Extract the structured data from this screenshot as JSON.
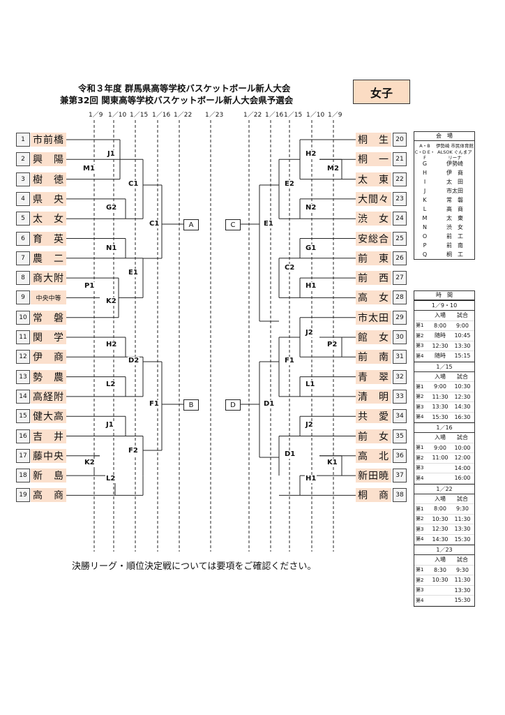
{
  "title": {
    "line1": "令和３年度 群馬県高等学校バスケットボール新人大会",
    "line2": "兼第32回 関東高等学校バスケットボール新人大会県予選会"
  },
  "gender_label": "女子",
  "dates_left": [
    "1／9",
    "1／10",
    "1／15",
    "1／16",
    "1／22",
    "1／23"
  ],
  "dates_right": [
    "1／22",
    "1／16",
    "1／15",
    "1／10",
    "1／9"
  ],
  "teams_left": [
    {
      "no": "1",
      "name": "市前橋"
    },
    {
      "no": "2",
      "name": "興　陽"
    },
    {
      "no": "3",
      "name": "樹　徳"
    },
    {
      "no": "4",
      "name": "県　央"
    },
    {
      "no": "5",
      "name": "太　女"
    },
    {
      "no": "6",
      "name": "育　英"
    },
    {
      "no": "7",
      "name": "農　二"
    },
    {
      "no": "8",
      "name": "商大附"
    },
    {
      "no": "9",
      "name": "中央中等"
    },
    {
      "no": "10",
      "name": "常　磐"
    },
    {
      "no": "11",
      "name": "関　学"
    },
    {
      "no": "12",
      "name": "伊　商"
    },
    {
      "no": "13",
      "name": "勢　農"
    },
    {
      "no": "14",
      "name": "高経附"
    },
    {
      "no": "15",
      "name": "健大高"
    },
    {
      "no": "16",
      "name": "吉　井"
    },
    {
      "no": "17",
      "name": "藤中央"
    },
    {
      "no": "18",
      "name": "新　島"
    },
    {
      "no": "19",
      "name": "高　商"
    }
  ],
  "teams_right": [
    {
      "no": "20",
      "name": "桐　生"
    },
    {
      "no": "21",
      "name": "桐　一"
    },
    {
      "no": "22",
      "name": "太　東"
    },
    {
      "no": "23",
      "name": "大間々"
    },
    {
      "no": "24",
      "name": "渋　女"
    },
    {
      "no": "25",
      "name": "安総合"
    },
    {
      "no": "26",
      "name": "前　東"
    },
    {
      "no": "27",
      "name": "前　西"
    },
    {
      "no": "28",
      "name": "高　女"
    },
    {
      "no": "29",
      "name": "市太田"
    },
    {
      "no": "30",
      "name": "館　女"
    },
    {
      "no": "31",
      "name": "前　南"
    },
    {
      "no": "32",
      "name": "青　翠"
    },
    {
      "no": "33",
      "name": "清　明"
    },
    {
      "no": "34",
      "name": "共　愛"
    },
    {
      "no": "35",
      "name": "前　女"
    },
    {
      "no": "36",
      "name": "高　北"
    },
    {
      "no": "37",
      "name": "新田暁"
    },
    {
      "no": "38",
      "name": "桐　商"
    }
  ],
  "match_labels_left": [
    "J1",
    "M1",
    "C1",
    "G2",
    "C1",
    "N1",
    "E1",
    "P1",
    "K2",
    "H2",
    "D2",
    "L2",
    "F1",
    "J1",
    "F2",
    "K2",
    "L2"
  ],
  "match_labels_right": [
    "H2",
    "M2",
    "E2",
    "N2",
    "E1",
    "G1",
    "C2",
    "H1",
    "J2",
    "P2",
    "F1",
    "L1",
    "D1",
    "J2",
    "D1",
    "K1",
    "H1"
  ],
  "finals": {
    "left_top": "A",
    "left_bottom": "B",
    "right_top": "C",
    "right_bottom": "D"
  },
  "note": "決勝リーグ・順位決定戦については要項をご確認ください。",
  "venues": {
    "header": "会　場",
    "rows": [
      {
        "code": "A・B",
        "name": "伊勢崎 市民体育館"
      },
      {
        "code": "C・D E・F",
        "name": "ALSOK ぐんまアリーナ"
      },
      {
        "code": "G",
        "name": "伊勢崎"
      },
      {
        "code": "H",
        "name": "伊　商"
      },
      {
        "code": "I",
        "name": "太　田"
      },
      {
        "code": "J",
        "name": "市太田"
      },
      {
        "code": "K",
        "name": "常　磐"
      },
      {
        "code": "L",
        "name": "高　商"
      },
      {
        "code": "M",
        "name": "太　東"
      },
      {
        "code": "N",
        "name": "渋　女"
      },
      {
        "code": "O",
        "name": "前　工"
      },
      {
        "code": "P",
        "name": "前　南"
      },
      {
        "code": "Q",
        "name": "桐　工"
      }
    ]
  },
  "times": {
    "header": "時　間",
    "col_entry": "入場",
    "col_game": "試合",
    "days": [
      {
        "date": "1／9・10",
        "rows": [
          {
            "s": "第1",
            "e": "8:00",
            "g": "9:00"
          },
          {
            "s": "第2",
            "e": "随時",
            "g": "10:45"
          },
          {
            "s": "第3",
            "e": "12:30",
            "g": "13:30"
          },
          {
            "s": "第4",
            "e": "随時",
            "g": "15:15"
          }
        ]
      },
      {
        "date": "1／15",
        "rows": [
          {
            "s": "第1",
            "e": "9:00",
            "g": "10:30"
          },
          {
            "s": "第2",
            "e": "11:30",
            "g": "12:30"
          },
          {
            "s": "第3",
            "e": "13:30",
            "g": "14:30"
          },
          {
            "s": "第4",
            "e": "15:30",
            "g": "16:30"
          }
        ]
      },
      {
        "date": "1／16",
        "rows": [
          {
            "s": "第1",
            "e": "9:00",
            "g": "10:00"
          },
          {
            "s": "第2",
            "e": "11:00",
            "g": "12:00"
          },
          {
            "s": "第3",
            "e": "",
            "g": "14:00"
          },
          {
            "s": "第4",
            "e": "",
            "g": "16:00"
          }
        ]
      },
      {
        "date": "1／22",
        "rows": [
          {
            "s": "第1",
            "e": "8:00",
            "g": "9:30"
          },
          {
            "s": "第2",
            "e": "10:30",
            "g": "11:30"
          },
          {
            "s": "第3",
            "e": "12:30",
            "g": "13:30"
          },
          {
            "s": "第4",
            "e": "14:30",
            "g": "15:30"
          }
        ]
      },
      {
        "date": "1／23",
        "rows": [
          {
            "s": "第1",
            "e": "8:30",
            "g": "9:30"
          },
          {
            "s": "第2",
            "e": "10:30",
            "g": "11:30"
          },
          {
            "s": "第3",
            "e": "",
            "g": "13:30"
          },
          {
            "s": "第4",
            "e": "",
            "g": "15:30"
          }
        ]
      }
    ]
  },
  "colors": {
    "team_bg": "#fbe0cd",
    "label_bg": "#fbdcc3"
  }
}
